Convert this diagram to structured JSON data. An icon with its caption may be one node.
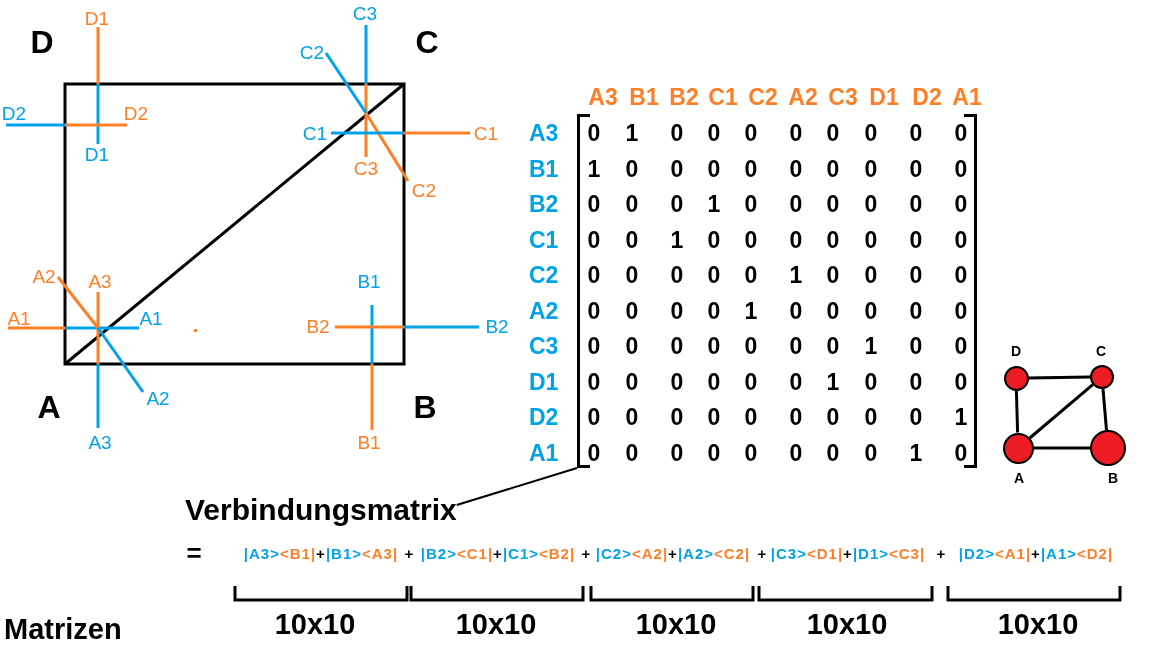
{
  "diagram": {
    "nodes": [
      {
        "text": [],
        "shape": "matrix"
      },
      {
        "text": [
          "D"
        ]
      },
      {
        "text": [
          "C"
        ]
      },
      {
        "text": [
          "A"
        ]
      },
      {
        "text": [
          "B"
        ]
      },
      {
        "text": [
          "Verbindungsmatrix"
        ]
      }
    ],
    "edges": [
      {
        "from": 5,
        "to": 0,
        "arrow": "none"
      },
      {
        "from": 1,
        "to": 2,
        "arrow": "none"
      },
      {
        "from": 1,
        "to": 3,
        "arrow": "none"
      },
      {
        "from": 2,
        "to": 3,
        "arrow": "none"
      },
      {
        "from": 2,
        "to": 4,
        "arrow": "none"
      },
      {
        "from": 3,
        "to": 4,
        "arrow": "none"
      }
    ],
    "labels": [
      "D",
      "D1",
      "C2",
      "C3",
      "C",
      "D2",
      "D2",
      "C1",
      "C1",
      "D1",
      "C3",
      "C2",
      "A2",
      "A3",
      "B1",
      "A1",
      "A1",
      "B2",
      "B2",
      "A",
      "A2",
      "B",
      "A3",
      "B1",
      "A3",
      "B1",
      "B2",
      "C1",
      "C2",
      "A2",
      "C3",
      "D1",
      "D2",
      "A1",
      "A3",
      "0",
      "1",
      "0",
      "0",
      "0",
      "0",
      "0",
      "0",
      "0",
      "0",
      "B1",
      "1",
      "0",
      "0",
      "0",
      "0",
      "0",
      "0",
      "0",
      "0",
      "0",
      "B2",
      "0",
      "0",
      "0",
      "1",
      "0",
      "0",
      "0",
      "0",
      "0",
      "0",
      "C1",
      "0",
      "0",
      "1",
      "0",
      "0",
      "0",
      "0",
      "0",
      "0",
      "0",
      "C2",
      "0",
      "0",
      "0",
      "0",
      "0",
      "1",
      "0",
      "0",
      "0",
      "0",
      "A2",
      "0",
      "0",
      "0",
      "0",
      "1",
      "0",
      "0",
      "0",
      "0",
      "0",
      "C3",
      "0",
      "0",
      "0",
      "0",
      "0",
      "0",
      "0",
      "1",
      "0",
      "0",
      "D1",
      "0",
      "0",
      "0",
      "0",
      "0",
      "0",
      "1",
      "0",
      "0",
      "0",
      "D2",
      "0",
      "0",
      "0",
      "0",
      "0",
      "0",
      "0",
      "0",
      "0",
      "1",
      "A1",
      "0",
      "0",
      "0",
      "0",
      "0",
      "0",
      "0",
      "0",
      "1",
      "0",
      "=",
      "|A3><B1|+|B1><A3|",
      "+",
      "|B2><C1|+|C1><B2|",
      "+",
      "|C2><A2|+|A2><C2|",
      "+",
      "|C3><D1|+|D1><C3|",
      "+",
      "|D2><A1|+|A1><D2|",
      "Matrizen",
      "10x10",
      "10x10",
      "10x10",
      "10x10",
      "10x10"
    ]
  }
}
